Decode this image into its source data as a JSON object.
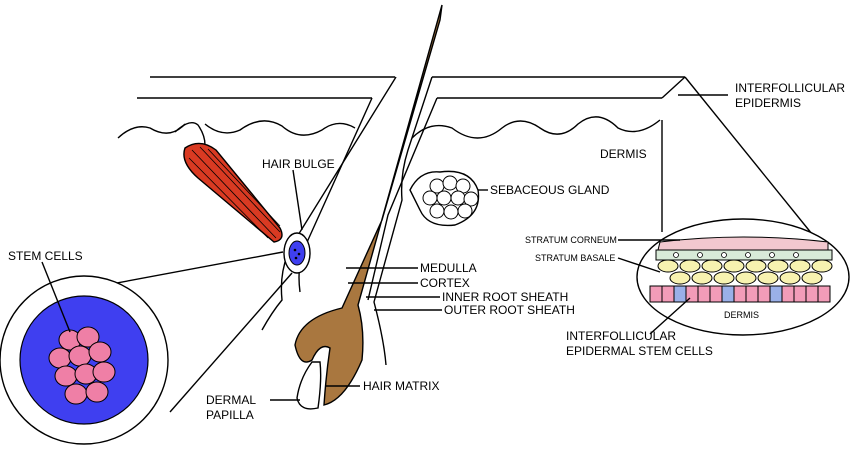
{
  "labels": {
    "interfollicular": "INTERFOLLICULAR",
    "epidermis": "EPIDERMIS",
    "dermis": "DERMIS",
    "hair_bulge": "HAIR BULGE",
    "sebaceous_gland": "SEBACEOUS GLAND",
    "stem_cells": "STEM CELLS",
    "medulla": "MEDULLA",
    "cortex": "CORTEX",
    "inner_root_sheath": "INNER ROOT SHEATH",
    "outer_root_sheath": "OUTER ROOT SHEATH",
    "dermal": "DERMAL",
    "papilla": "PAPILLA",
    "hair_matrix": "HAIR MATRIX",
    "stratum_corneum": "STRATUM CORNEUM",
    "stratum_basale": "STRATUM BASALE",
    "inset_dermis": "DERMIS",
    "ifs_line1": "INTERFOLLICULAR",
    "ifs_line2": "EPIDERMAL STEM CELLS"
  },
  "colors": {
    "hair_shaft": "#a9773f",
    "arrector_muscle": "#d93a22",
    "stem_cell_fill": "#ef7fa6",
    "stem_niche": "#3f3ff0",
    "corneum": "#f2c8cf",
    "spinous": "#d8ead8",
    "granular": "#f7f2b0",
    "basale": "#f29cb8",
    "basale_blue": "#9ab0e8"
  }
}
